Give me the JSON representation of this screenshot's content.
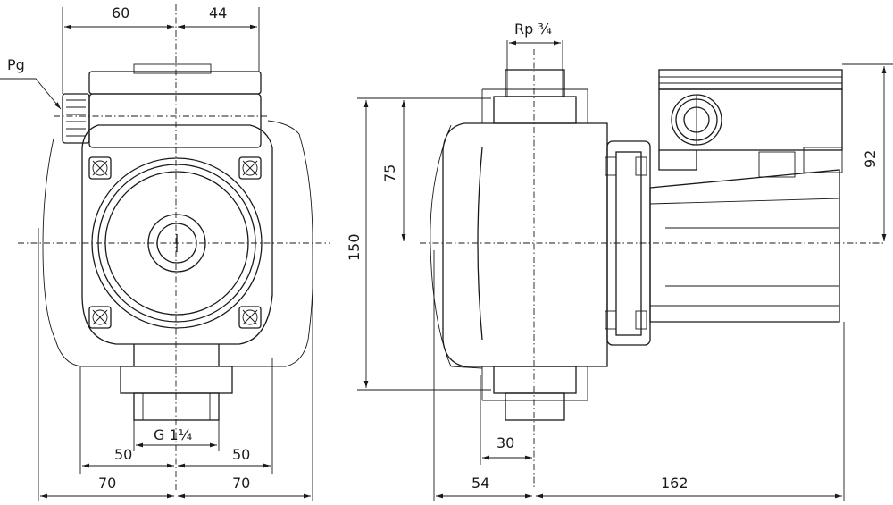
{
  "labels": {
    "pg": "Pg",
    "rp": "Rp ¾",
    "g_thread": "G 1¼"
  },
  "dimensions": {
    "top_left": "60",
    "top_right": "44",
    "left_inner_a": "50",
    "left_inner_b": "50",
    "left_outer_a": "70",
    "left_outer_b": "70",
    "height_half": "75",
    "height_total": "150",
    "depth_30": "30",
    "depth_54": "54",
    "length_162": "162",
    "motor_92": "92"
  },
  "colors": {
    "line": "#1a1a1a",
    "background": "#ffffff"
  }
}
